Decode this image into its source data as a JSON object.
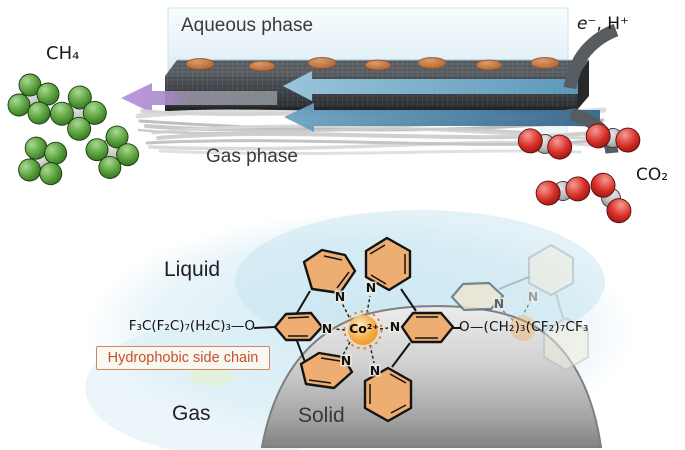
{
  "top_panel": {
    "aqueous_phase_label": "Aqueous phase",
    "gas_phase_label": "Gas phase",
    "methane_label": "CH₄",
    "carbon_dioxide_label": "CO₂",
    "electron_label": "e⁻",
    "proton_label": ", H⁺"
  },
  "bottom_panel": {
    "liquid_label": "Liquid",
    "gas_label": "Gas",
    "solid_label": "Solid",
    "cobalt_center_label": "Co²⁺",
    "nitrogen_label": "N",
    "left_side_chain_formula": "F₃C(F₂C)₇(H₂C)₃—O",
    "right_side_chain_formula": "O—(CH₂)₃(CF₂)₇CF₃",
    "hydrophobic_caption": "Hydrophobic side chain"
  },
  "colors": {
    "methane_green": "#4e9340",
    "co2_red": "#c92222",
    "pyridine_orange": "#efae71",
    "cobalt_orange": "#f29a2e",
    "membrane_dark": "#3c4043",
    "flow_blue_upper": "#86badb",
    "flow_blue_lower": "#4c84a8",
    "product_purple": "#b491da",
    "hydrophobic_text": "#c8502c",
    "solid_gray": "#bdbdbd",
    "liquid_tint": "#cde7f2"
  }
}
